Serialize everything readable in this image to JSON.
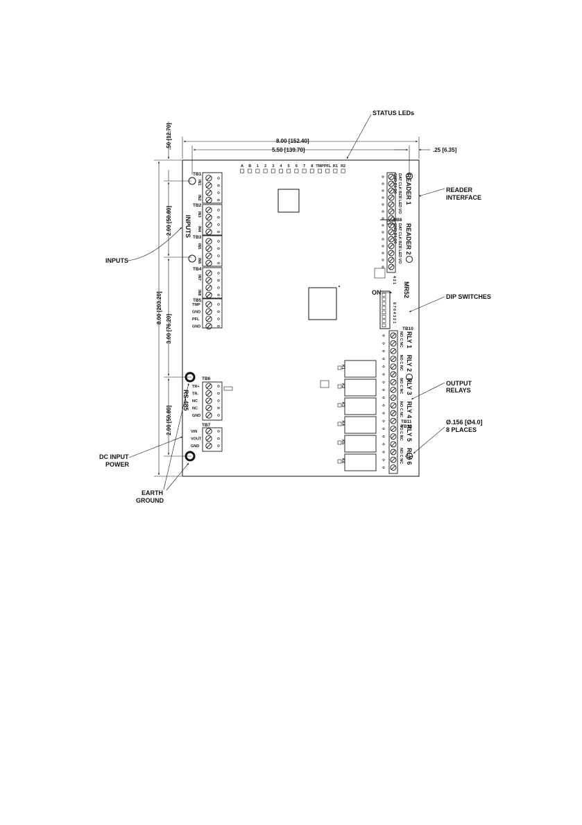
{
  "callouts": {
    "status_leds": "STATUS LEDs",
    "reader_interface": [
      "READER",
      "INTERFACE"
    ],
    "dip_switches": "DIP SWITCHES",
    "output_relays": [
      "OUTPUT",
      "RELAYS"
    ],
    "mount_holes": [
      "Ø.156 [Ø4.0]",
      "8 PLACES"
    ],
    "inputs": "INPUTS",
    "dc_input_power": [
      "DC INPUT",
      "POWER"
    ],
    "earth_ground": [
      "EARTH",
      "GROUND"
    ]
  },
  "dimensions": {
    "overall_width": "8.00 [152.40]",
    "hole_spacing_width": "5.50 [139.70]",
    "right_offset": ".25 [6.35]",
    "top_offset": ".50 [12.70]",
    "overall_height": "8.00 [203.20]",
    "seg_1": "2.00 [50.80]",
    "seg_2": "3.00 [76.20]",
    "seg_3": "2.00 [50.80]"
  },
  "board": {
    "led_labels": [
      "A",
      "B",
      "1",
      "2",
      "3",
      "4",
      "5",
      "6",
      "7",
      "8",
      "TMP",
      "PFL",
      "R1",
      "R2"
    ],
    "tb1": "TB1",
    "tb2": "TB2",
    "tb3": "TB3",
    "tb4": "TB4",
    "tb5": "TB5",
    "tb6": "TB6",
    "tb7": "TB7",
    "tb8": "TB8",
    "tb10": "TB10",
    "tb11": "TB11",
    "tb12": "TB12",
    "inputs_group": "INPUTS",
    "in_labels": [
      "IN1",
      "IN2",
      "IN3",
      "IN4",
      "IN5",
      "IN6",
      "IN7",
      "IN8"
    ],
    "tb5_labels": [
      "TMP",
      "GND",
      "PFL",
      "GND"
    ],
    "tb6_labels": [
      "TR+",
      "TR-",
      "NC",
      "NC",
      "GND"
    ],
    "rs485": "RS-485",
    "tb7_labels": [
      "VIN",
      "VOUT",
      "GND"
    ],
    "reader1": "READER 1",
    "reader2": "READER 2",
    "reader_pins": "DAT CLK BZR LED VO",
    "reader_pins2": "GND D1 D0",
    "dip_on": "ON",
    "dip_model": "MR52",
    "dip_nums_top": "4 2 1",
    "dip_nums_bottom": "8 7 6 4 3 2 1",
    "relays": [
      "RLY 1",
      "RLY 2",
      "RLY 3",
      "RLY 4",
      "RLY 5",
      "RLY 6"
    ],
    "relay_pins": "NO C NC",
    "relay_codes": [
      "K1",
      "K2",
      "K3",
      "K4",
      "K5",
      "K6"
    ]
  }
}
